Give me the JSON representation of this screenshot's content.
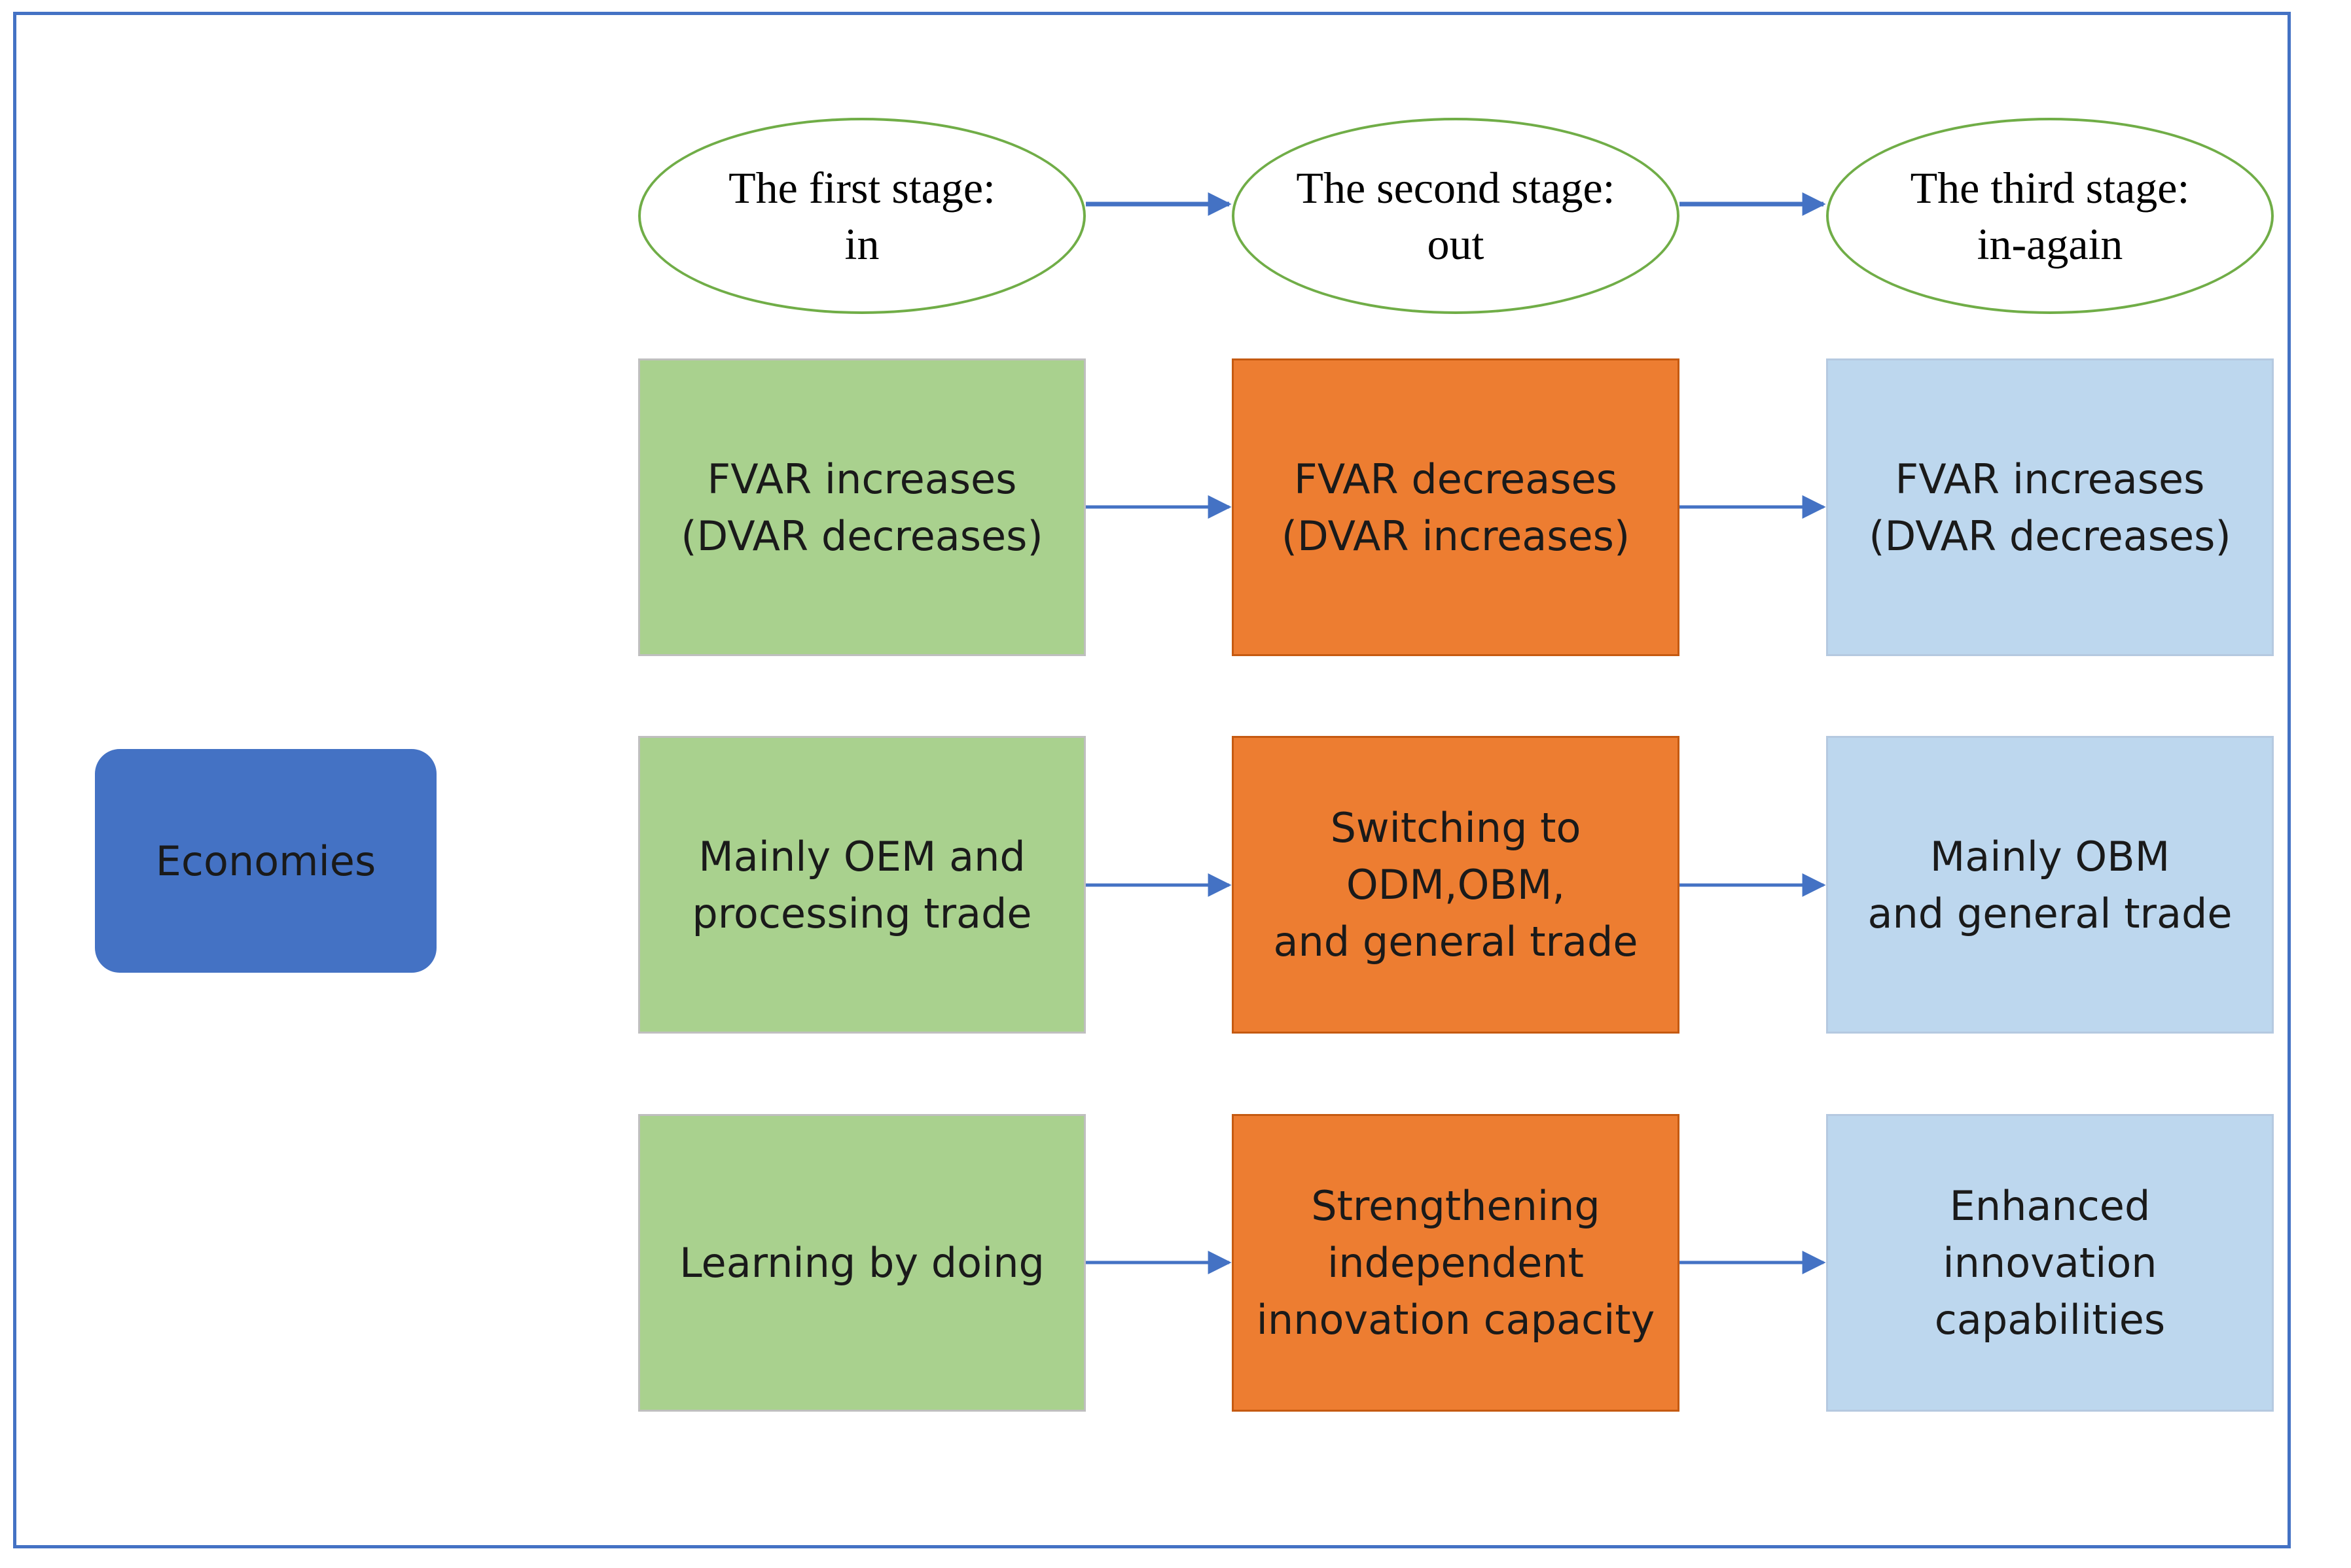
{
  "colors": {
    "frame": "#4472c4",
    "arrow": "#4472c4",
    "ellipse_border": "#70ad47",
    "stage1_fill": "#a9d18e",
    "stage2_fill": "#ed7d31",
    "stage3_fill": "#bdd7ee",
    "economies_fill": "#4472c4"
  },
  "stages": [
    {
      "label": "The first  stage:\nin"
    },
    {
      "label": "The second stage:\nout"
    },
    {
      "label": "The third stage:\nin-again"
    }
  ],
  "economies": {
    "label": "Economies"
  },
  "rows": [
    {
      "cells": [
        {
          "text": "FVAR  increases\n(DVAR  decreases)"
        },
        {
          "text": "FVAR  decreases\n(DVAR  increases)"
        },
        {
          "text": "FVAR  increases\n(DVAR  decreases)"
        }
      ]
    },
    {
      "cells": [
        {
          "text": "Mainly OEM and\nprocessing trade"
        },
        {
          "text": "Switching to\nODM,OBM,\nand general trade"
        },
        {
          "text": "Mainly OBM\nand general trade"
        }
      ]
    },
    {
      "cells": [
        {
          "text": "Learning by doing"
        },
        {
          "text": "Strengthening\nindependent\ninnovation capacity"
        },
        {
          "text": "Enhanced\ninnovation\ncapabilities"
        }
      ]
    }
  ]
}
